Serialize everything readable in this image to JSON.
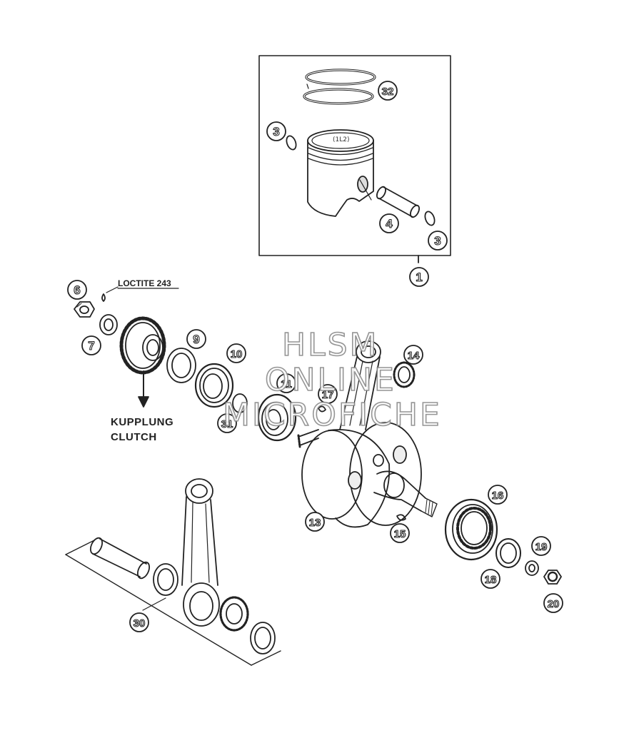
{
  "callouts": [
    "1",
    "3",
    "3",
    "4",
    "6",
    "7",
    "9",
    "10",
    "11",
    "13",
    "14",
    "15",
    "16",
    "17",
    "18",
    "19",
    "20",
    "30",
    "31",
    "32"
  ],
  "notes": {
    "loctite": "LOCTITE 243",
    "clutch_de": "KUPPLUNG",
    "clutch_en": "CLUTCH"
  },
  "watermark": {
    "line1": "HLSM",
    "line2": "ONLINE",
    "line3": "MICROFICHE"
  }
}
